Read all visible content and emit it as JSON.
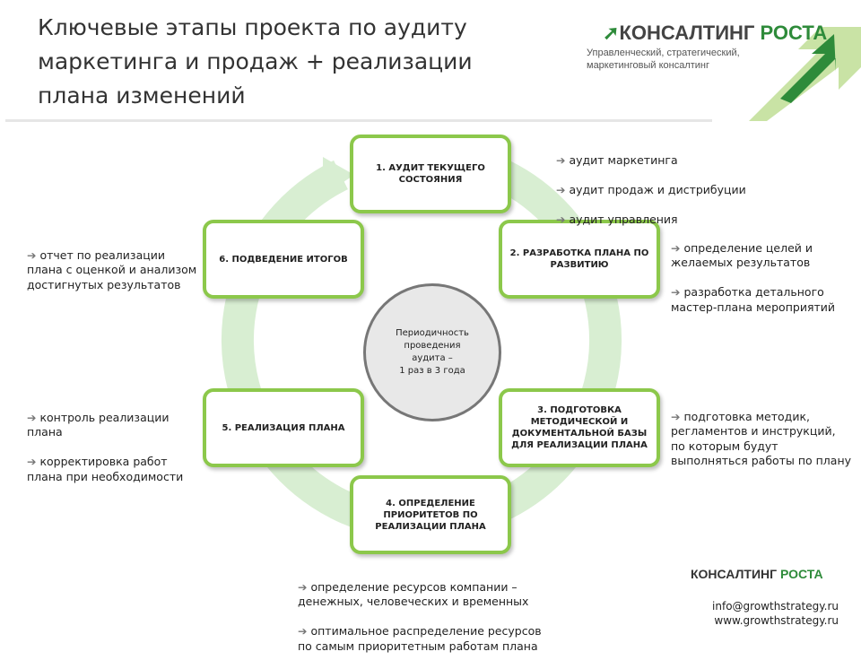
{
  "title": "Ключевые этапы проекта по аудиту маркетинга и продаж + реализации плана изменений",
  "logo": {
    "name_dark": "КОНСАЛТИНГ",
    "name_green": "РОСТА",
    "subtitle": "Управленческий, стратегический,\nмаркетинговый консалтинг"
  },
  "center": "Периодичность\nпроведения\nаудита –\n1 раз в 3 года",
  "stages": [
    {
      "label": "1. АУДИТ ТЕКУЩЕГО СОСТОЯНИЯ"
    },
    {
      "label": "2. РАЗРАБОТКА ПЛАНА ПО РАЗВИТИЮ"
    },
    {
      "label": "3. ПОДГОТОВКА МЕТОДИЧЕСКОЙ И ДОКУМЕНТАЛЬНОЙ БАЗЫ ДЛЯ РЕАЛИЗАЦИИ ПЛАНА"
    },
    {
      "label": "4. ОПРЕДЕЛЕНИЕ ПРИОРИТЕТОВ ПО РЕАЛИЗАЦИИ ПЛАНА"
    },
    {
      "label": "5. РЕАЛИЗАЦИЯ ПЛАНА"
    },
    {
      "label": "6. ПОДВЕДЕНИЕ ИТОГОВ"
    }
  ],
  "notes": {
    "n1": [
      "аудит маркетинга",
      "аудит продаж и дистрибуции",
      "аудит управления"
    ],
    "n2": [
      "определение целей и\nжелаемых результатов",
      "разработка детального\nмастер-плана мероприятий"
    ],
    "n3": [
      "подготовка методик,\nрегламентов и инструкций,\nпо  которым будут\nвыполняться работы по плану"
    ],
    "n4": [
      "определение ресурсов компании –\nденежных, человеческих и временных",
      "оптимальное распределение ресурсов\nпо самым приоритетным работам плана"
    ],
    "n5": [
      "контроль реализации\nплана",
      "корректировка работ\nплана при необходимости"
    ],
    "n6": [
      "отчет по реализации\nплана с оценкой и анализом\nдостигнутых результатов"
    ]
  },
  "footer": {
    "name_dark": "КОНСАЛТИНГ",
    "name_green": "РОСТА",
    "email": "info@growthstrategy.ru",
    "site": "www.growthstrategy.ru"
  }
}
